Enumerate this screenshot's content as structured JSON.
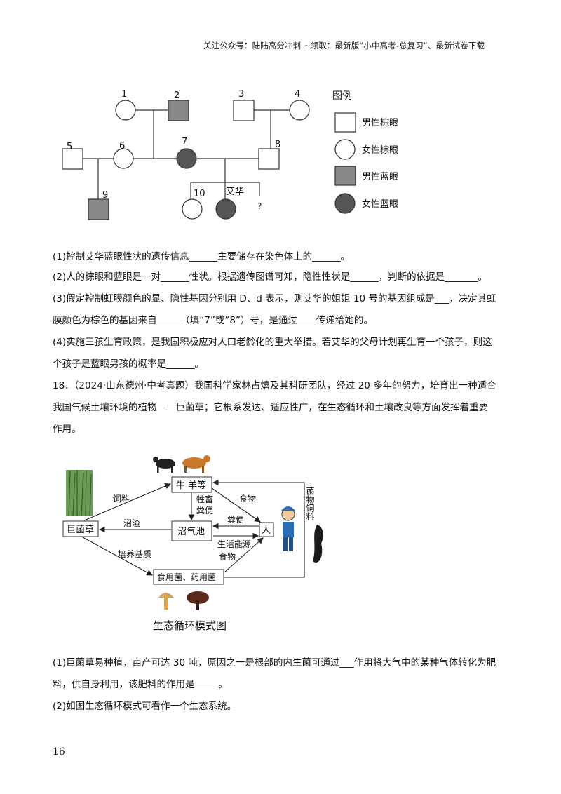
{
  "header": "关注公众号：陆陆高分冲刺 ~领取：最新版“小中高考-总复习”、最新试卷下载",
  "pedigree": {
    "numbers": [
      "1",
      "2",
      "3",
      "4",
      "5",
      "6",
      "7",
      "8",
      "9",
      "10"
    ],
    "aihua": "艾华",
    "unknown": "?",
    "legend_title": "图例",
    "legend": [
      "男性棕眼",
      "女性棕眼",
      "男性蓝眼",
      "女性蓝眼"
    ]
  },
  "q17": {
    "p1": "(1)控制艾华蓝眼性状的遗传信息______主要储存在染色体上的______。",
    "p2": "(2)人的棕眼和蓝眼是一对______性状。根据遗传图谱可知，隐性性状是______，判断的依据是_______。",
    "p3a": "(3)假定控制虹膜颜色的显、隐性基因分别用 D、d 表示，则艾华的姐姐 10 号的基因组成是___，决定其虹",
    "p3b": "膜颜色为棕色的基因来自_____（填“7”或“8”）号，是通过____传递给她的。",
    "p4a": "(4)实施三孩生育政策，是我国积极应对人口老龄化的重大举措。若艾华的父母计划再生育一个孩子，则这",
    "p4b": "个孩子是蓝眼男孩的概率是______。"
  },
  "q18": {
    "l1": "18．（2024·山东德州·中考真题）我国科学家林占熺及其科研团队，经过 20 多年的努力，培育出一种适合",
    "l2": "我国气候土壤环境的植物——巨菌草；它根系发达、适应性广，在生态循环和土壤改良等方面发挥着重要",
    "l3": "作用。"
  },
  "cycle": {
    "juncao": "巨菌草",
    "cattle": "牛 羊等",
    "biogas": "沼气池",
    "person": "人",
    "fungi": "食用菌、药用菌",
    "siliao": "饲料",
    "zhaozha": "沼渣",
    "peiyang": "培养基质",
    "chuxu": "牲畜",
    "fenbian": "粪便",
    "shiwu1": "食物",
    "fenbian2": "粪便",
    "shenghuo": "生活能源",
    "shiwu2": "食物",
    "junwu": "菌物饲料",
    "title": "生态循环模式图"
  },
  "q18q": {
    "p1a": "(1)巨菌草易种植，亩产可达 30 吨，原因之一是根部的内生菌可通过___作用将大气中的某种气体转化为肥",
    "p1b": "料，供自身利用，该肥料的作用是_____。",
    "p2": "(2)如图生态循环模式可看作一个生态系统。"
  },
  "page_number": "16"
}
